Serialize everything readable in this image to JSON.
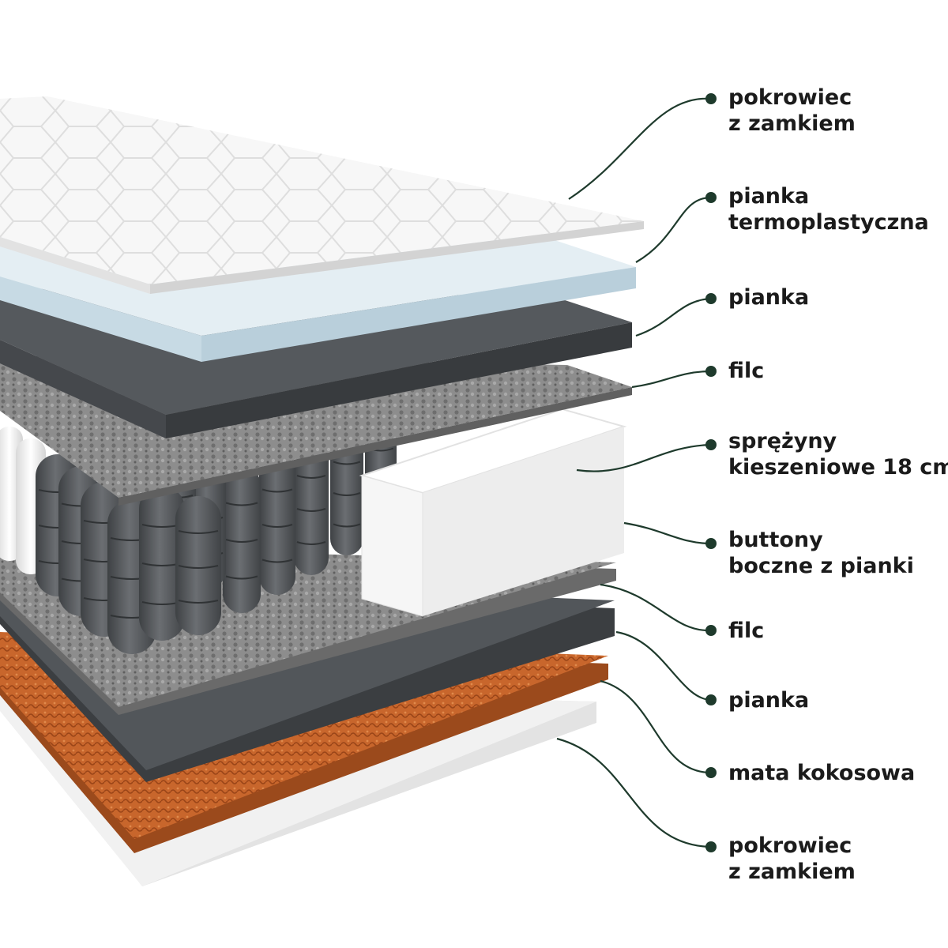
{
  "colors": {
    "connector": "#1e3a2c",
    "text": "#1b1b1b",
    "cover": "#f7f7f7",
    "thermo_foam": "#d7e5ec",
    "foam": "#4a4d51",
    "felt": "#8a8a8a",
    "spring": "#5a5d61",
    "foam_button": "#f5f5f5",
    "coconut": "#c8662c",
    "bottom_cover": "#eeeeee"
  },
  "layers": [
    {
      "id": "top-cover",
      "lines": [
        "pokrowiec",
        "z zamkiem"
      ]
    },
    {
      "id": "thermo-foam",
      "lines": [
        "pianka",
        "termoplastyczna"
      ]
    },
    {
      "id": "foam-top",
      "lines": [
        "pianka"
      ]
    },
    {
      "id": "felt-top",
      "lines": [
        "filc"
      ]
    },
    {
      "id": "springs",
      "lines": [
        "sprężyny",
        "kieszeniowe 18 cm"
      ]
    },
    {
      "id": "buttons",
      "lines": [
        "buttony",
        "boczne z pianki"
      ]
    },
    {
      "id": "felt-bottom",
      "lines": [
        "filc"
      ]
    },
    {
      "id": "foam-bottom",
      "lines": [
        "pianka"
      ]
    },
    {
      "id": "coconut",
      "lines": [
        "mata kokosowa"
      ]
    },
    {
      "id": "bottom-cover",
      "lines": [
        "pokrowiec",
        "z zamkiem"
      ]
    }
  ]
}
